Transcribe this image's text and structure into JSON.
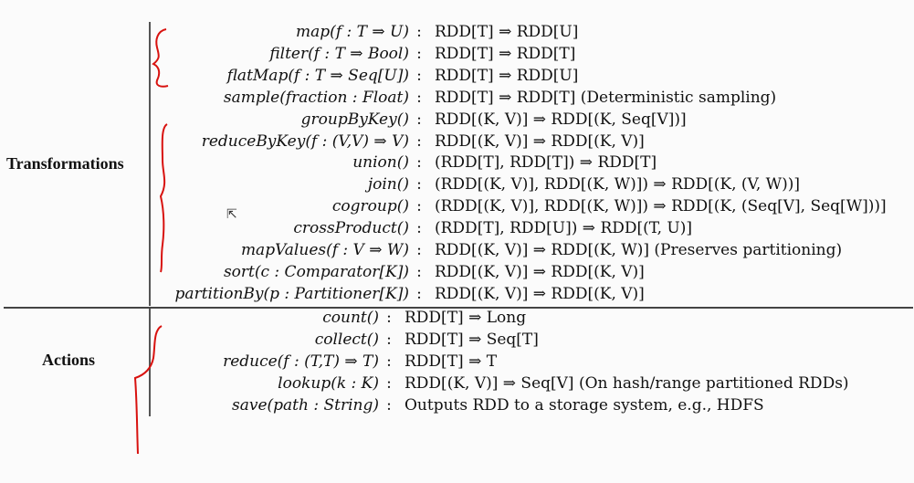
{
  "sections": {
    "transformations": {
      "label": "Transformations",
      "rows": [
        {
          "left": "map(f : T ⇒ U)",
          "right": "RDD[T] ⇒ RDD[U]"
        },
        {
          "left": "filter(f : T ⇒ Bool)",
          "right": "RDD[T] ⇒ RDD[T]"
        },
        {
          "left": "flatMap(f : T ⇒ Seq[U])",
          "right": "RDD[T] ⇒ RDD[U]"
        },
        {
          "left": "sample(fraction : Float)",
          "right": "RDD[T] ⇒ RDD[T]  (Deterministic sampling)"
        },
        {
          "left": "groupByKey()",
          "right": "RDD[(K, V)] ⇒ RDD[(K, Seq[V])]"
        },
        {
          "left": "reduceByKey(f : (V,V) ⇒ V)",
          "right": "RDD[(K, V)] ⇒ RDD[(K, V)]"
        },
        {
          "left": "union()",
          "right": "(RDD[T], RDD[T]) ⇒ RDD[T]"
        },
        {
          "left": "join()",
          "right": "(RDD[(K, V)], RDD[(K, W)]) ⇒ RDD[(K, (V, W))]"
        },
        {
          "left": "cogroup()",
          "right": "(RDD[(K, V)], RDD[(K, W)]) ⇒ RDD[(K, (Seq[V], Seq[W]))]"
        },
        {
          "left": "crossProduct()",
          "right": "(RDD[T], RDD[U]) ⇒ RDD[(T, U)]"
        },
        {
          "left": "mapValues(f : V ⇒ W)",
          "right": "RDD[(K, V)] ⇒ RDD[(K, W)]  (Preserves partitioning)"
        },
        {
          "left": "sort(c : Comparator[K])",
          "right": "RDD[(K, V)] ⇒ RDD[(K, V)]"
        },
        {
          "left": "partitionBy(p : Partitioner[K])",
          "right": "RDD[(K, V)] ⇒ RDD[(K, V)]"
        }
      ]
    },
    "actions": {
      "label": "Actions",
      "rows": [
        {
          "left": "count()",
          "right": "RDD[T] ⇒ Long"
        },
        {
          "left": "collect()",
          "right": "RDD[T] ⇒ Seq[T]"
        },
        {
          "left": "reduce(f : (T,T) ⇒ T)",
          "right": "RDD[T] ⇒ T"
        },
        {
          "left": "lookup(k : K)",
          "right": "RDD[(K, V)] ⇒ Seq[V]  (On hash/range partitioned RDDs)"
        },
        {
          "left": "save(path : String)",
          "right": "Outputs RDD to a storage system, e.g., HDFS"
        }
      ]
    }
  },
  "separator": ":",
  "colors": {
    "annotation": "#d8120f",
    "rule": "#444444",
    "text": "#111111"
  }
}
